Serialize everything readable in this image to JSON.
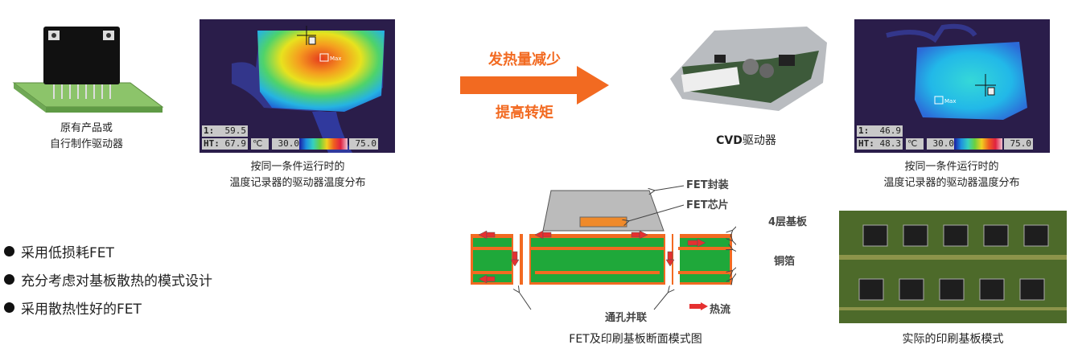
{
  "left_product": {
    "caption_line1": "原有产品或",
    "caption_line2": "自行制作驱动器"
  },
  "thermal_before": {
    "point_label": "1:",
    "point_value": "59.5",
    "ht_label": "HT:",
    "ht_value": "67.9",
    "mode": "℃",
    "scale_min": "30.0",
    "scale_max": "75.0",
    "max_marker": "Max",
    "caption_line1": "按同一条件运行时的",
    "caption_line2": "温度记录器的驱动器温度分布"
  },
  "arrow": {
    "top_text": "发热量减少",
    "bottom_text": "提高转矩",
    "color": "#f26a21"
  },
  "driver": {
    "caption_bold": "CVD",
    "caption_rest": "驱动器"
  },
  "thermal_after": {
    "point_label": "1:",
    "point_value": "46.9",
    "ht_label": "HT:",
    "ht_value": "48.3",
    "mode": "℃",
    "scale_min": "30.0",
    "scale_max": "75.0",
    "max_marker": "Max",
    "caption_line1": "按同一条件运行时的",
    "caption_line2": "温度记录器的驱动器温度分布"
  },
  "features": [
    "采用低损耗FET",
    "充分考虑对基板散热的模式设计",
    "采用散热性好的FET"
  ],
  "cross_section": {
    "fet_package": "FET封装",
    "fet_chip": "FET芯片",
    "board": "4层基板",
    "copper": "铜箔",
    "vias": "通孔并联",
    "heat_flow": "热流",
    "caption": "FET及印刷基板断面模式图"
  },
  "pcb_photo": {
    "caption": "实际的印刷基板模式"
  }
}
